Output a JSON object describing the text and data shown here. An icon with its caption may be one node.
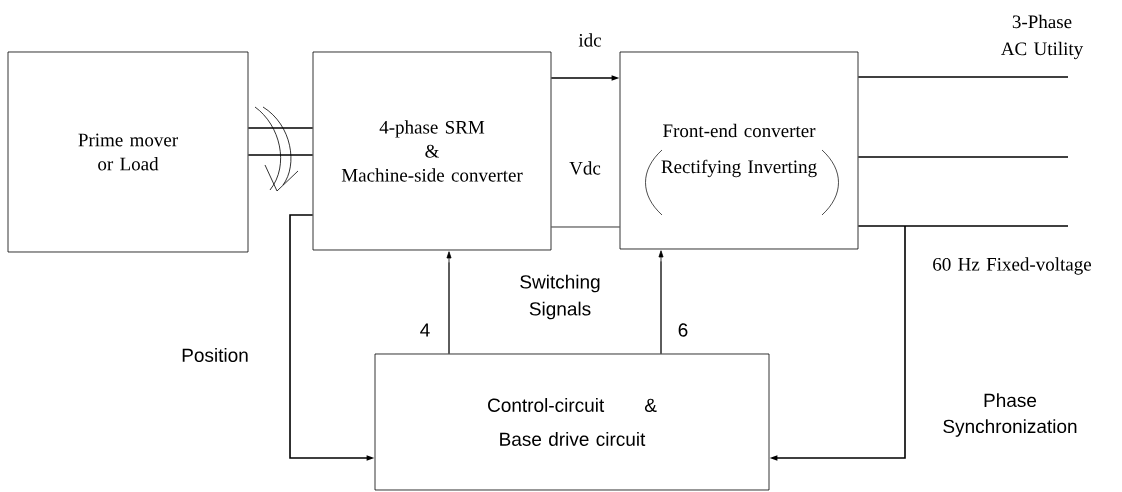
{
  "diagram": {
    "nodes": [
      {
        "text": [
          "Prime mover or Load"
        ]
      },
      {
        "text": [
          "4-phase SRM",
          "&",
          "Machine-side converter"
        ]
      },
      {
        "text": [
          "Front-end converter",
          "Rectifying Inverting"
        ]
      },
      {
        "text": [
          "Control-circuit",
          "&",
          "Base drive circuit"
        ]
      }
    ],
    "edges": [
      {
        "from": 0,
        "to": 1,
        "arrow": "none"
      },
      {
        "from": 0,
        "to": 1,
        "arrow": "none"
      },
      {
        "from": 1,
        "to": 2,
        "arrow": "to",
        "label": "idc"
      },
      {
        "from": 1,
        "to": 2,
        "arrow": "none"
      },
      {
        "from": 3,
        "to": 1,
        "arrow": "to",
        "label": "4"
      },
      {
        "from": 3,
        "to": 2,
        "arrow": "to",
        "label": "6"
      },
      {
        "from": 1,
        "to": 3,
        "arrow": "to",
        "label": "Position"
      },
      {
        "from": 2,
        "to": null,
        "arrow": "none"
      },
      {
        "from": 2,
        "to": null,
        "arrow": "none"
      },
      {
        "from": 2,
        "to": null,
        "arrow": "none"
      },
      {
        "from": null,
        "to": 3,
        "arrow": "to",
        "label": "Phase Synchronization"
      }
    ],
    "labels": [
      "Vdc",
      "3-Phase AC Utility",
      "60 Hz Fixed-voltage",
      "Switching Signals"
    ]
  }
}
